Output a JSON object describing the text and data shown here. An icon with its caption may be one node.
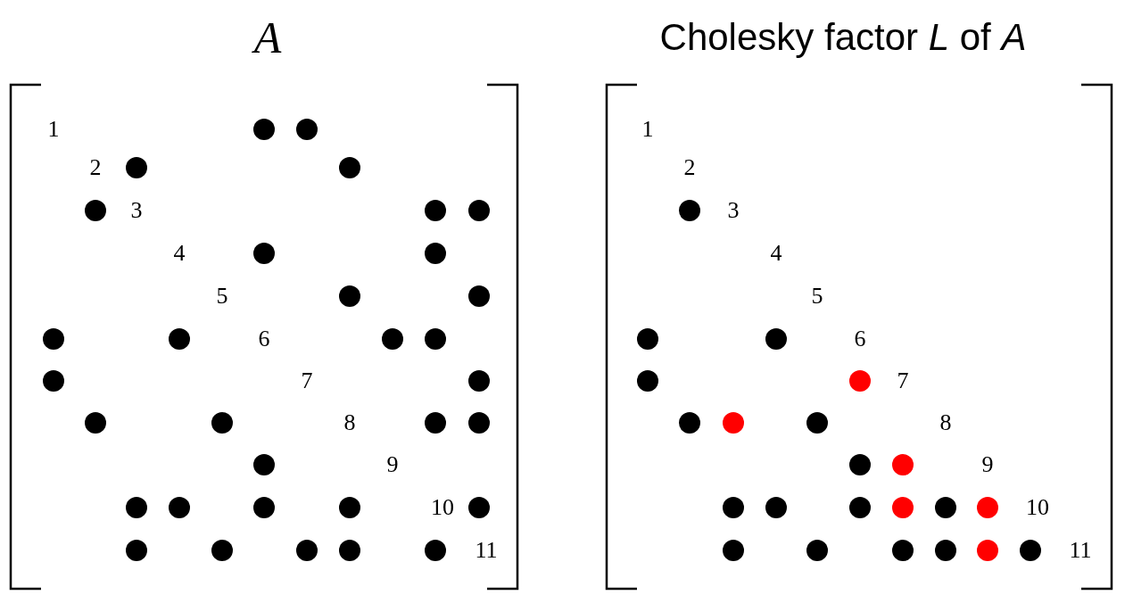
{
  "diagram": {
    "labels": [
      "A",
      "Cholesky factor *L* of *A*",
      "1",
      "2",
      "3",
      "4",
      "5",
      "6",
      "7",
      "8",
      "9",
      "10",
      "11",
      "1",
      "2",
      "3",
      "4",
      "5",
      "6",
      "7",
      "8",
      "9",
      "10",
      "11"
    ]
  }
}
